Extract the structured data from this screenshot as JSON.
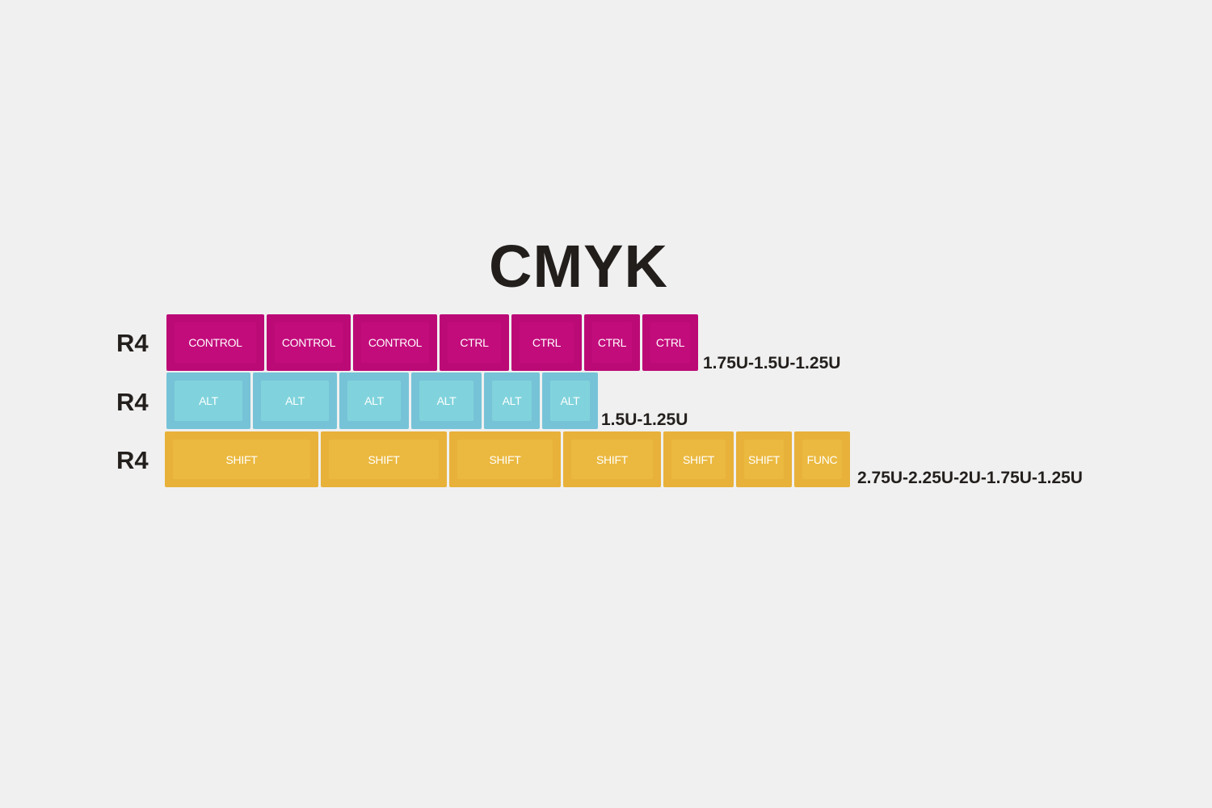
{
  "title": "CMYK",
  "colors": {
    "background": "#f0f0f0",
    "magenta": "#bb0a76",
    "cyan": "#76c3d8",
    "yellow": "#e8b13a",
    "text": "#231f1d"
  },
  "rows": [
    {
      "label": "R4",
      "color": "magenta",
      "size_note": "1.75U-1.5U-1.25U",
      "keys": [
        {
          "legend": "CONTROL",
          "size": "1.75U"
        },
        {
          "legend": "CONTROL",
          "size": "1.5U"
        },
        {
          "legend": "CONTROL",
          "size": "1.5U"
        },
        {
          "legend": "CTRL",
          "size": "1.25U"
        },
        {
          "legend": "CTRL",
          "size": "1.25U"
        },
        {
          "legend": "CTRL",
          "size": "1U"
        },
        {
          "legend": "CTRL",
          "size": "1U"
        }
      ]
    },
    {
      "label": "R4",
      "color": "cyan",
      "size_note": "1.5U-1.25U",
      "keys": [
        {
          "legend": "ALT",
          "size": "1.5U"
        },
        {
          "legend": "ALT",
          "size": "1.5U"
        },
        {
          "legend": "ALT",
          "size": "1.25U"
        },
        {
          "legend": "ALT",
          "size": "1.25U"
        },
        {
          "legend": "ALT",
          "size": "1U"
        },
        {
          "legend": "ALT",
          "size": "1U"
        }
      ]
    },
    {
      "label": "R4",
      "color": "yellow",
      "size_note": "2.75U-2.25U-2U-1.75U-1.25U",
      "keys": [
        {
          "legend": "SHIFT",
          "size": "2.75U"
        },
        {
          "legend": "SHIFT",
          "size": "2.25U"
        },
        {
          "legend": "SHIFT",
          "size": "2U"
        },
        {
          "legend": "SHIFT",
          "size": "1.75U"
        },
        {
          "legend": "SHIFT",
          "size": "1.25U"
        },
        {
          "legend": "SHIFT",
          "size": "1U"
        },
        {
          "legend": "FUNC",
          "size": "1U"
        }
      ]
    }
  ]
}
